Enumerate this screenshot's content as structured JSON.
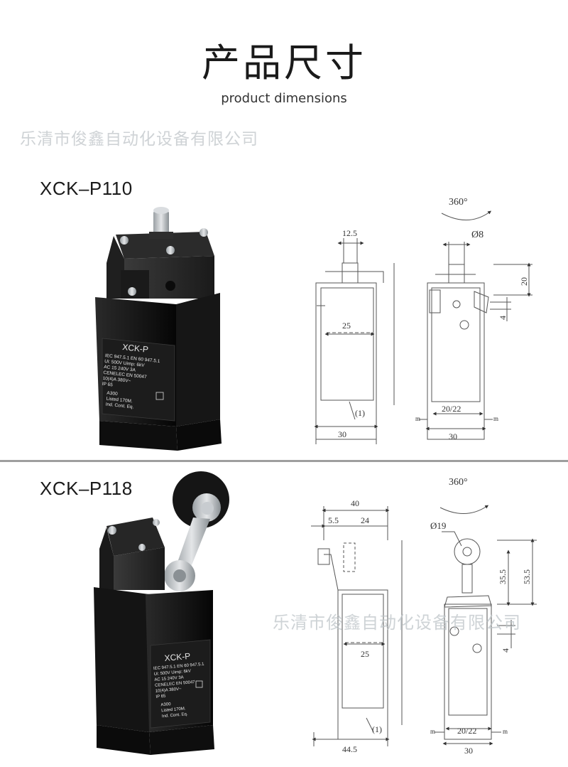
{
  "header": {
    "title": "产品尺寸",
    "subtitle": "product dimensions"
  },
  "watermark": "乐清市俊鑫自动化设备有限公司",
  "products": [
    {
      "model": "XCK–P110",
      "label": {
        "name": "XCK-P",
        "lines": [
          "IEC 947.5.1 EN 60 947.5.1",
          "Ui: 500V        Uimp: 6kV",
          "AC 15 240V 3A",
          "CENELEC EN 50047",
          "10(4)A 380V~",
          "IP 65",
          "A300",
          "Listed 170M.",
          "Ind. Cont. Eq."
        ]
      },
      "dims": {
        "rotation": "360°",
        "plunger_width": "12.5",
        "diameter": "Ø8",
        "height_top": "20",
        "offset": "4",
        "inner_width": "25",
        "note": "(1)",
        "base_front": "30",
        "base_inner": "20/22",
        "base_side": "30",
        "edge_mark": "m"
      }
    },
    {
      "model": "XCK–P118",
      "label": {
        "name": "XCK-P",
        "lines": [
          "IEC 947.5.1 EN 60 947.5.1",
          "Ui: 500V        Uimp: 6kV",
          "AC 15 240V 3A",
          "CENELEC EN 50047",
          "10(4)A 380V~",
          "IP 65",
          "A300",
          "Listed 170M.",
          "Ind. Cont. Eq."
        ]
      },
      "dims": {
        "rotation": "360°",
        "overall_width": "40",
        "left_offset": "5.5",
        "arm_width": "24",
        "diameter": "Ø19",
        "height_a": "35.5",
        "height_b": "53.5",
        "offset": "4",
        "inner_width": "25",
        "note": "(1)",
        "base_front": "44.5",
        "base_inner": "20/22",
        "base_side": "30",
        "edge_mark": "m"
      }
    }
  ]
}
